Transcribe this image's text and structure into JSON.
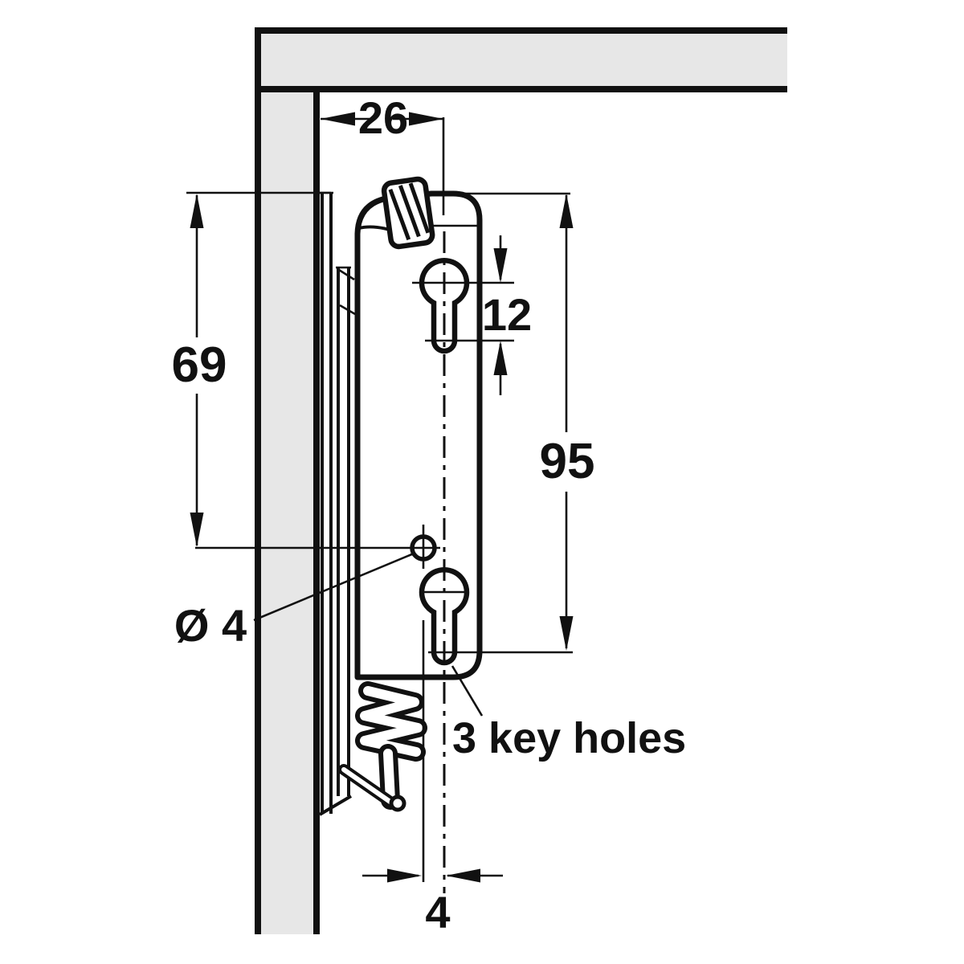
{
  "labels": {
    "dim_top_offset": "26",
    "dim_slot_length": "12",
    "dim_upper_span": "69",
    "dim_total_span": "95",
    "dim_hole_diameter": "Ø 4",
    "dim_hole_offset": "4",
    "note_keyholes": "3 key holes"
  },
  "colors": {
    "line": "#111111",
    "panel_fill": "#e7e7e7",
    "background": "#ffffff"
  }
}
